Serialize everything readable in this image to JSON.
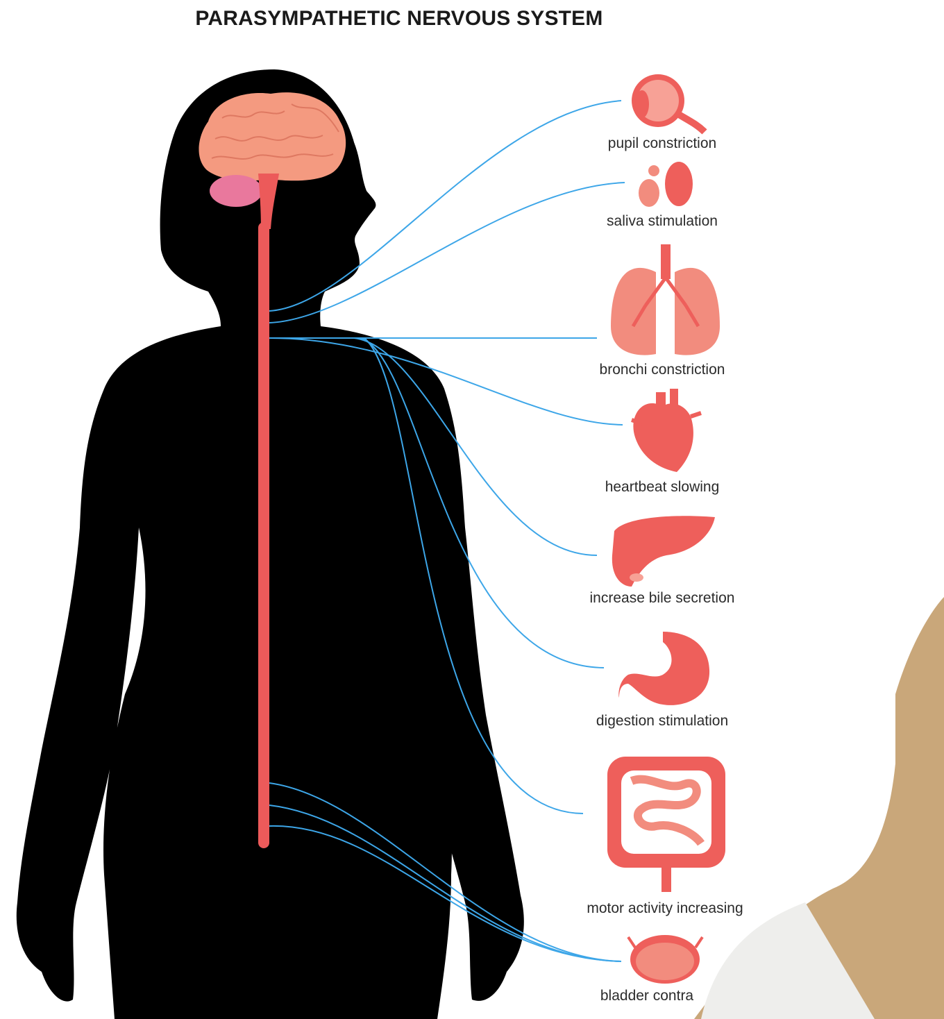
{
  "title": "PARASYMPATHETIC NERVOUS SYSTEM",
  "colors": {
    "silhouette": "#000000",
    "organ": "#ee5f5b",
    "organ_light": "#f7a196",
    "brain": "#f49a80",
    "cerebellum": "#e9789d",
    "spinal_cord": "#ec5a5a",
    "nerve": "#3da6e8",
    "background": "#ffffff"
  },
  "organs": [
    {
      "id": "eye",
      "icon": "eye-icon",
      "label": "pupil constriction"
    },
    {
      "id": "salivary",
      "icon": "salivary-gland-icon",
      "label": "saliva stimulation"
    },
    {
      "id": "lungs",
      "icon": "lungs-icon",
      "label": "bronchi constriction"
    },
    {
      "id": "heart",
      "icon": "heart-icon",
      "label": "heartbeat slowing"
    },
    {
      "id": "liver",
      "icon": "liver-icon",
      "label": "increase bile secretion"
    },
    {
      "id": "stomach",
      "icon": "stomach-icon",
      "label": "digestion stimulation"
    },
    {
      "id": "intestines",
      "icon": "intestines-icon",
      "label": "motor activity increasing"
    },
    {
      "id": "bladder",
      "icon": "bladder-icon",
      "label": "bladder contra"
    }
  ]
}
